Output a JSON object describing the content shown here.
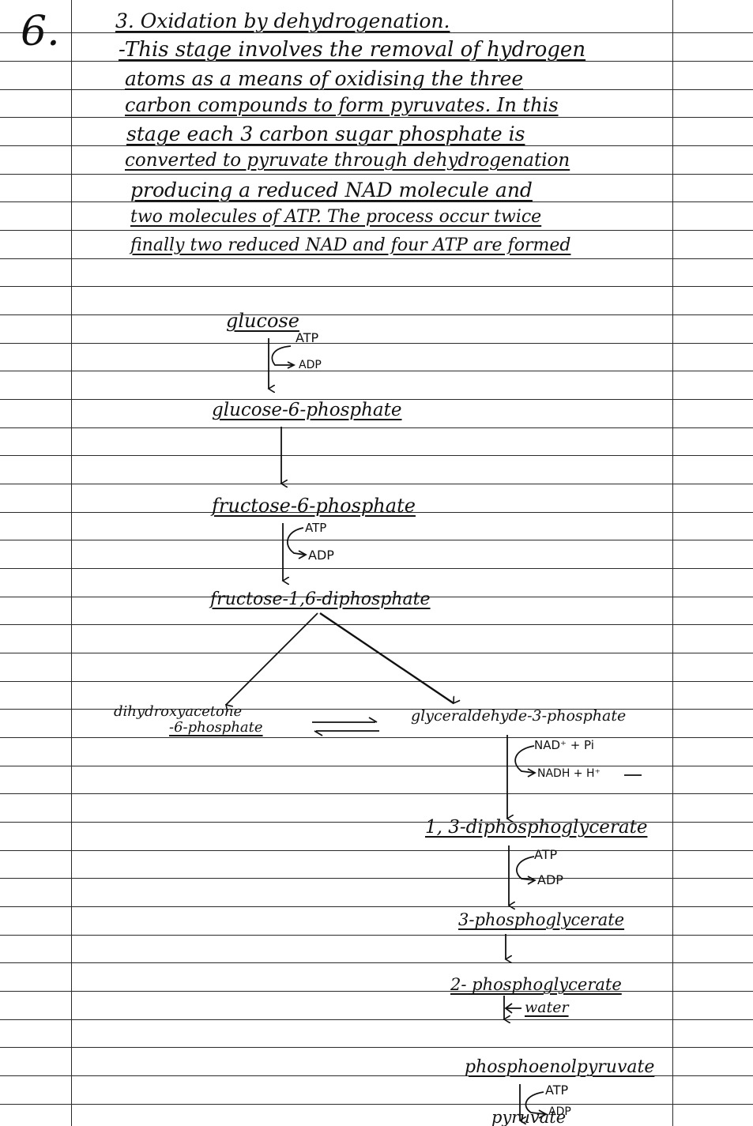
{
  "page_number": "6.",
  "heading": "3. Oxidation by dehydrogenation.",
  "paragraph_lines": [
    "-This stage involves the removal of hydrogen",
    "atoms as a means of oxidising the three",
    "carbon compounds to form pyruvates. In this",
    "stage each 3 carbon sugar phosphate is",
    "converted to pyruvate through dehydrogenation",
    "producing a reduced NAD molecule and",
    "two molecules of ATP. The process occur twice",
    "finally two reduced NAD and four ATP are formed"
  ],
  "pathway": {
    "glucose": "glucose",
    "glucose_6_phosphate": "glucose-6-phosphate",
    "fructose_6_phosphate": "fructose-6-phosphate",
    "fructose_16_diphosphate": "fructose-1,6-diphosphate",
    "dhap": [
      "dihydroxyacetone",
      "-6-phosphate"
    ],
    "g3p": "glyceraldehyde-3-phosphate",
    "diphosphoglycerate": "1, 3-diphosphoglycerate",
    "phosphoglycerate_3": "3-phosphoglycerate",
    "phosphoglycerate_2": "2- phosphoglycerate",
    "water": "water",
    "pep": "phosphoenolpyruvate",
    "pyruvate": "pyruvate"
  },
  "cofactors": {
    "atp": "ATP",
    "adp": "ADP",
    "nad_in": "NAD⁺ + Pi",
    "nad_out": "NADH + H⁺"
  }
}
